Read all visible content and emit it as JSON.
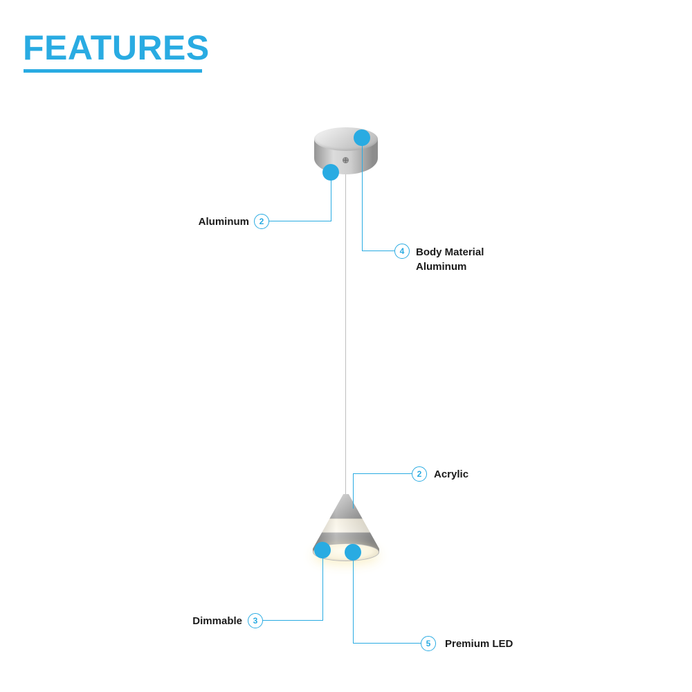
{
  "page": {
    "title": "FEATURES"
  },
  "colors": {
    "accent": "#29abe2",
    "label_text": "#1a1a1a"
  },
  "callouts": {
    "aluminum": {
      "number": "2",
      "label": "Aluminum"
    },
    "body_material": {
      "number": "4",
      "label_line1": "Body Material",
      "label_line2": "Aluminum"
    },
    "acrylic": {
      "number": "2",
      "label": "Acrylic"
    },
    "dimmable": {
      "number": "3",
      "label": "Dimmable"
    },
    "premium_led": {
      "number": "5",
      "label": "Premium LED"
    }
  },
  "illustration": {
    "parts": [
      "ceiling-canopy",
      "suspension-wire",
      "cone-shade"
    ]
  }
}
